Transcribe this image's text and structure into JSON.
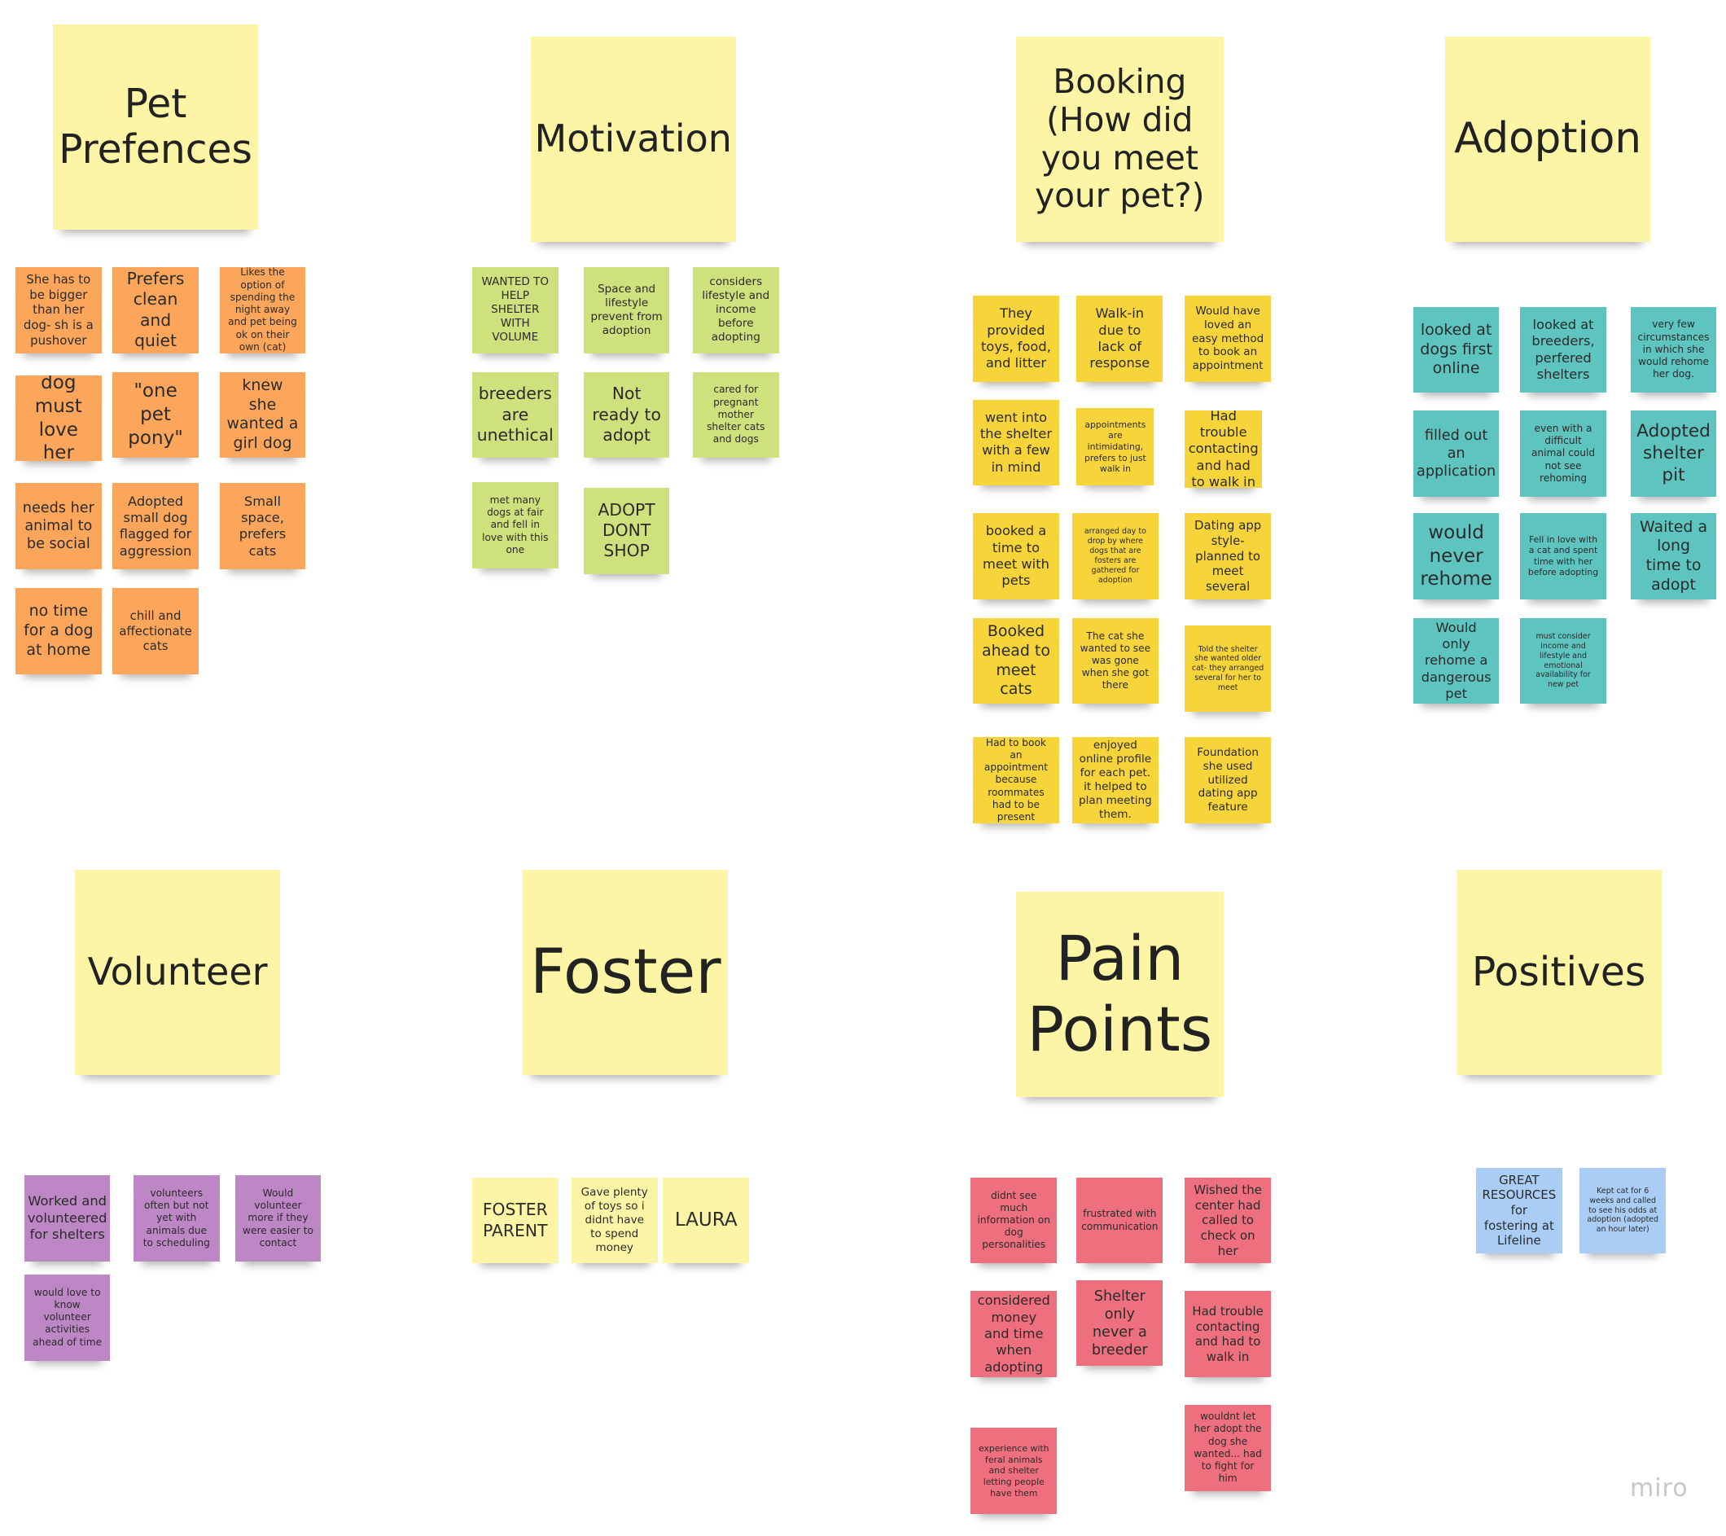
{
  "colors": {
    "header": "#fdf5a6",
    "orange": "#fca65c",
    "green": "#cde27c",
    "yellow": "#f7d43a",
    "teal": "#5dc4bf",
    "purple": "#bd87c5",
    "lightyellow": "#fdf5a6",
    "pink": "#ee6f7e",
    "blue": "#a9cdf5"
  },
  "headers": [
    {
      "id": "header-pet-preferences",
      "text": "Pet\nPrefences"
    },
    {
      "id": "header-motivation",
      "text": "Motivation"
    },
    {
      "id": "header-booking",
      "text": "Booking\n(How did\nyou meet\nyour pet?)"
    },
    {
      "id": "header-adoption",
      "text": "Adoption"
    },
    {
      "id": "header-volunteer",
      "text": "Volunteer"
    },
    {
      "id": "header-foster",
      "text": "Foster"
    },
    {
      "id": "header-pain-points",
      "text": "Pain\nPoints"
    },
    {
      "id": "header-positives",
      "text": "Positives"
    }
  ],
  "notes": [
    {
      "group": "pet-preferences",
      "color": "orange",
      "text": "She has to be bigger than her dog- sh is a pushover"
    },
    {
      "group": "pet-preferences",
      "color": "orange",
      "text": "Prefers clean and quiet"
    },
    {
      "group": "pet-preferences",
      "color": "orange",
      "text": "Likes the option of spending the night away and pet being ok on their own (cat)"
    },
    {
      "group": "pet-preferences",
      "color": "orange",
      "text": "dog must love her"
    },
    {
      "group": "pet-preferences",
      "color": "orange",
      "text": "\"one pet pony\""
    },
    {
      "group": "pet-preferences",
      "color": "orange",
      "text": "knew she wanted a girl dog"
    },
    {
      "group": "pet-preferences",
      "color": "orange",
      "text": "needs her animal to be social"
    },
    {
      "group": "pet-preferences",
      "color": "orange",
      "text": "Adopted small dog flagged for aggression"
    },
    {
      "group": "pet-preferences",
      "color": "orange",
      "text": "Small space, prefers cats"
    },
    {
      "group": "pet-preferences",
      "color": "orange",
      "text": "no time for a dog at home"
    },
    {
      "group": "pet-preferences",
      "color": "orange",
      "text": "chill and affectionate cats"
    },
    {
      "group": "motivation",
      "color": "green",
      "text": "WANTED TO HELP SHELTER WITH VOLUME"
    },
    {
      "group": "motivation",
      "color": "green",
      "text": "Space and lifestyle prevent from adoption"
    },
    {
      "group": "motivation",
      "color": "green",
      "text": "considers lifestyle and income before adopting"
    },
    {
      "group": "motivation",
      "color": "green",
      "text": "breeders are unethical"
    },
    {
      "group": "motivation",
      "color": "green",
      "text": "Not ready to adopt"
    },
    {
      "group": "motivation",
      "color": "green",
      "text": "cared for pregnant mother shelter cats and dogs"
    },
    {
      "group": "motivation",
      "color": "green",
      "text": "met many dogs at fair and fell in love with this one"
    },
    {
      "group": "motivation",
      "color": "green",
      "text": "ADOPT DONT SHOP"
    },
    {
      "group": "booking",
      "color": "yellow",
      "text": "They provided toys, food, and litter"
    },
    {
      "group": "booking",
      "color": "yellow",
      "text": "Walk-in due to lack of response"
    },
    {
      "group": "booking",
      "color": "yellow",
      "text": "Would have loved an easy method to book an appointment"
    },
    {
      "group": "booking",
      "color": "yellow",
      "text": "went into the shelter with a few in mind"
    },
    {
      "group": "booking",
      "color": "yellow",
      "text": "appointments are intimidating, prefers to just walk in"
    },
    {
      "group": "booking",
      "color": "yellow",
      "text": "Had trouble contacting and had to walk in"
    },
    {
      "group": "booking",
      "color": "yellow",
      "text": "booked a time to meet with pets"
    },
    {
      "group": "booking",
      "color": "yellow",
      "text": "arranged day to drop by where dogs that are fosters are gathered for adoption"
    },
    {
      "group": "booking",
      "color": "yellow",
      "text": "Dating app style- planned to meet several"
    },
    {
      "group": "booking",
      "color": "yellow",
      "text": "Booked ahead to meet cats"
    },
    {
      "group": "booking",
      "color": "yellow",
      "text": "The cat she wanted to see was gone when she got there"
    },
    {
      "group": "booking",
      "color": "yellow",
      "text": "Told the shelter she wanted older cat- they arranged several for her to meet"
    },
    {
      "group": "booking",
      "color": "yellow",
      "text": "Had to book an appointment because roommates had to be present"
    },
    {
      "group": "booking",
      "color": "yellow",
      "text": "enjoyed online profile for each pet. it helped to plan meeting them."
    },
    {
      "group": "booking",
      "color": "yellow",
      "text": "Foundation she used utilized dating app feature"
    },
    {
      "group": "adoption",
      "color": "teal",
      "text": "looked at dogs first online"
    },
    {
      "group": "adoption",
      "color": "teal",
      "text": "looked at breeders, perfered shelters"
    },
    {
      "group": "adoption",
      "color": "teal",
      "text": "very few circumstances in which she would rehome her dog."
    },
    {
      "group": "adoption",
      "color": "teal",
      "text": "filled out an application"
    },
    {
      "group": "adoption",
      "color": "teal",
      "text": "even with a difficult animal could not see rehoming"
    },
    {
      "group": "adoption",
      "color": "teal",
      "text": "Adopted shelter pit"
    },
    {
      "group": "adoption",
      "color": "teal",
      "text": "would never rehome"
    },
    {
      "group": "adoption",
      "color": "teal",
      "text": "Fell in love with a cat and spent time with her before adopting"
    },
    {
      "group": "adoption",
      "color": "teal",
      "text": "Waited a long time to adopt"
    },
    {
      "group": "adoption",
      "color": "teal",
      "text": "Would only rehome a dangerous pet"
    },
    {
      "group": "adoption",
      "color": "teal",
      "text": "must consider income and lifestyle and emotional availability for new pet"
    },
    {
      "group": "volunteer",
      "color": "purple",
      "text": "Worked and volunteered for shelters"
    },
    {
      "group": "volunteer",
      "color": "purple",
      "text": "volunteers often but not yet with animals due to scheduling"
    },
    {
      "group": "volunteer",
      "color": "purple",
      "text": "Would volunteer more if they were easier to contact"
    },
    {
      "group": "volunteer",
      "color": "purple",
      "text": "would love to know volunteer activities ahead of time"
    },
    {
      "group": "foster",
      "color": "lightyellow",
      "text": "FOSTER PARENT"
    },
    {
      "group": "foster",
      "color": "lightyellow",
      "text": "Gave plenty of toys so i didnt have to spend money"
    },
    {
      "group": "foster",
      "color": "lightyellow",
      "text": "LAURA"
    },
    {
      "group": "pain-points",
      "color": "pink",
      "text": "didnt see much information on dog personalities"
    },
    {
      "group": "pain-points",
      "color": "pink",
      "text": "frustrated with communication"
    },
    {
      "group": "pain-points",
      "color": "pink",
      "text": "Wished the center had called to check on her"
    },
    {
      "group": "pain-points",
      "color": "pink",
      "text": "considered money and time when adopting"
    },
    {
      "group": "pain-points",
      "color": "pink",
      "text": "Shelter only never a breeder"
    },
    {
      "group": "pain-points",
      "color": "pink",
      "text": "Had trouble contacting and had to walk in"
    },
    {
      "group": "pain-points",
      "color": "pink",
      "text": "experience with feral animals and shelter letting people have them"
    },
    {
      "group": "pain-points",
      "color": "pink",
      "text": "wouldnt let her adopt the dog she wanted... had to fight for him"
    },
    {
      "group": "positives",
      "color": "blue",
      "text": "GREAT RESOURCES for fostering at Lifeline"
    },
    {
      "group": "positives",
      "color": "blue",
      "text": "Kept cat for 6 weeks and called to see his odds at adoption (adopted an hour later)"
    }
  ],
  "branding": {
    "logo_text": "miro"
  }
}
